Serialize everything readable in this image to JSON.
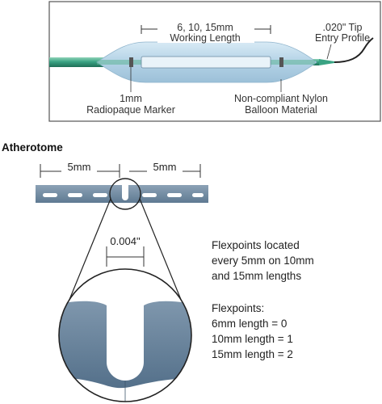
{
  "balloon_diagram": {
    "working_length_line1": "6, 10, 15mm",
    "working_length_line2": "Working Length",
    "tip_line1": ".020\" Tip",
    "tip_line2": "Entry Profile",
    "marker_line1": "1mm",
    "marker_line2": "Radiopaque Marker",
    "material_line1": "Non-compliant Nylon",
    "material_line2": "Balloon Material",
    "colors": {
      "shaft": "#3aa383",
      "balloon": "#b9d7ea",
      "frame": "#555555"
    }
  },
  "atherotome": {
    "title": "Atherotome",
    "spacing_left": "5mm",
    "spacing_right": "5mm",
    "gap_label": "0.004\"",
    "colors": {
      "blade": "#6f8aa2",
      "blade_light": "#c5d4e0"
    }
  },
  "flexpoints": {
    "desc_line1": "Flexpoints located",
    "desc_line2": "every 5mm on 10mm",
    "desc_line3": "and 15mm lengths",
    "heading": "Flexpoints:",
    "rows": [
      "6mm length = 0",
      "10mm length = 1",
      "15mm length = 2"
    ]
  }
}
